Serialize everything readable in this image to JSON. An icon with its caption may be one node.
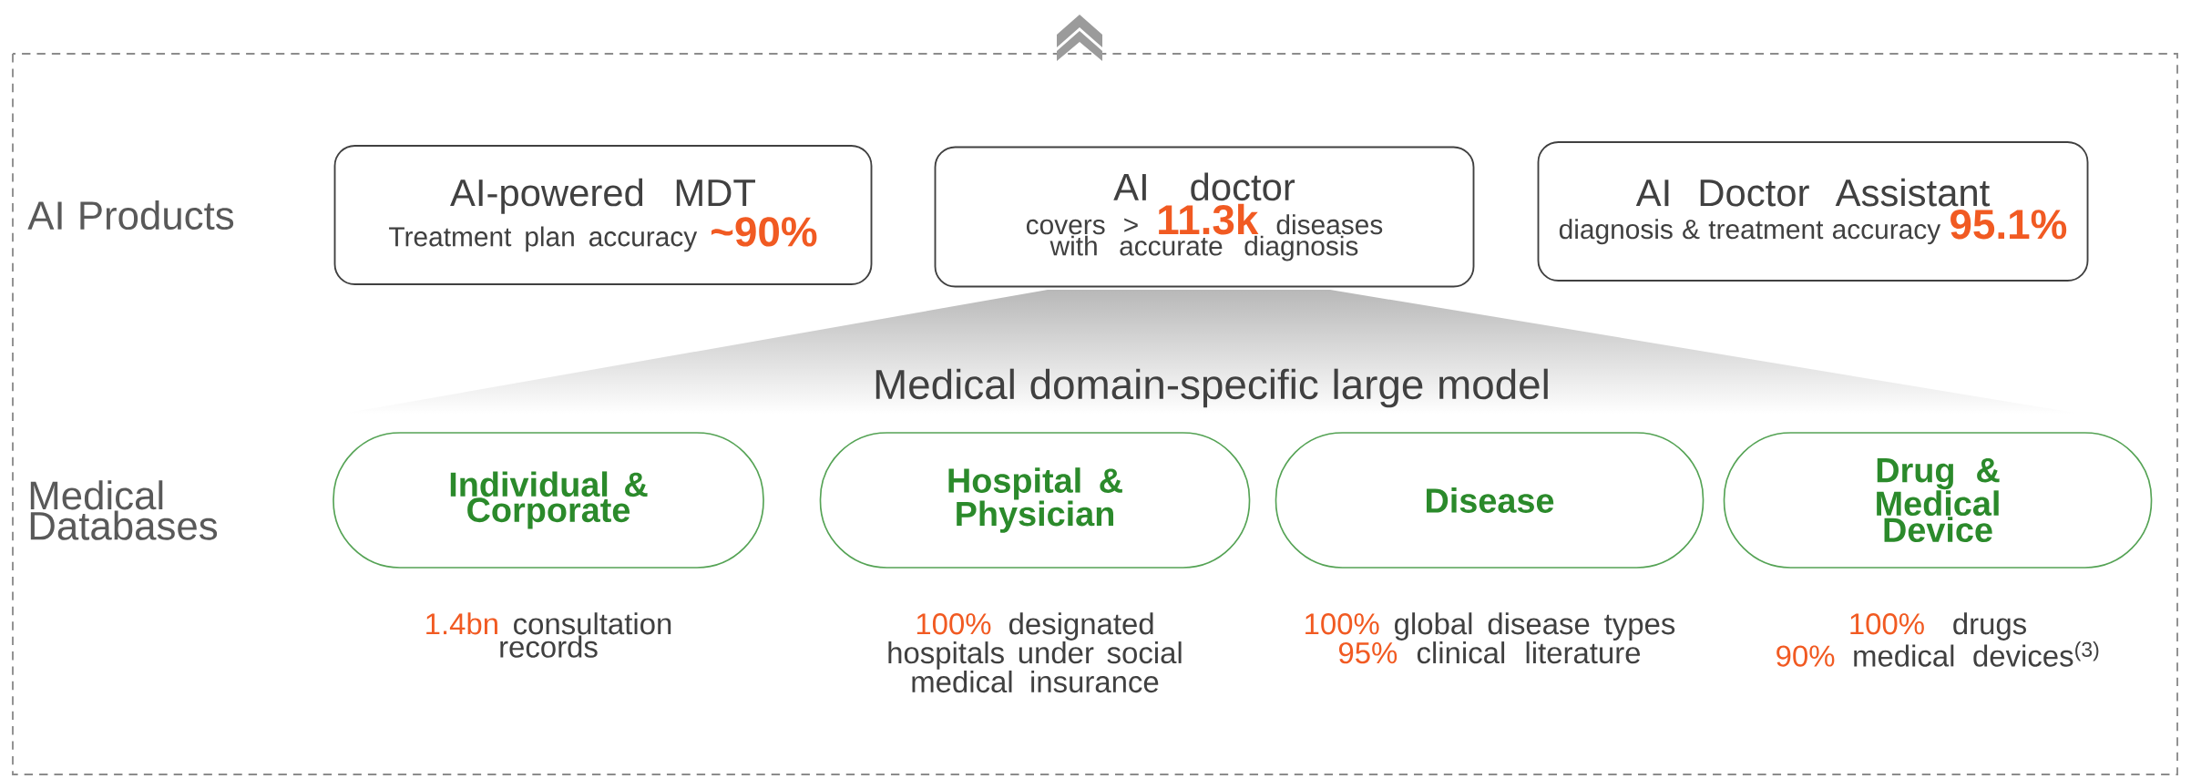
{
  "diagram": {
    "nodes": [
      {
        "text": [
          "AI-powered MDT",
          "Treatment plan accuracy",
          "~90%"
        ]
      },
      {
        "text": [
          "AI doctor",
          "covers >",
          "11.3k",
          "diseases with accurate diagnosis"
        ]
      },
      {
        "text": [
          "AI Doctor Assistant",
          "diagnosis & treatment accuracy",
          "95.1%"
        ]
      },
      {
        "text": [
          "Medical domain-specific large model"
        ]
      },
      {
        "text": [
          "Individual & Corporate"
        ],
        "beside": [
          "1.4bn",
          "consultation records"
        ]
      },
      {
        "text": [
          "Hospital & Physician"
        ],
        "beside": [
          "100%",
          "designated hospitals under social medical insurance"
        ]
      },
      {
        "text": [
          "Disease"
        ],
        "beside": [
          "100%",
          "global disease types",
          "95%",
          "clinical literature"
        ]
      },
      {
        "text": [
          "Drug & Medical Device"
        ],
        "beside": [
          "100%",
          "drugs",
          "90%",
          "medical devices$^{(3)}$"
        ]
      }
    ],
    "labels": [
      "AI Products",
      "Medical Databases"
    ]
  }
}
